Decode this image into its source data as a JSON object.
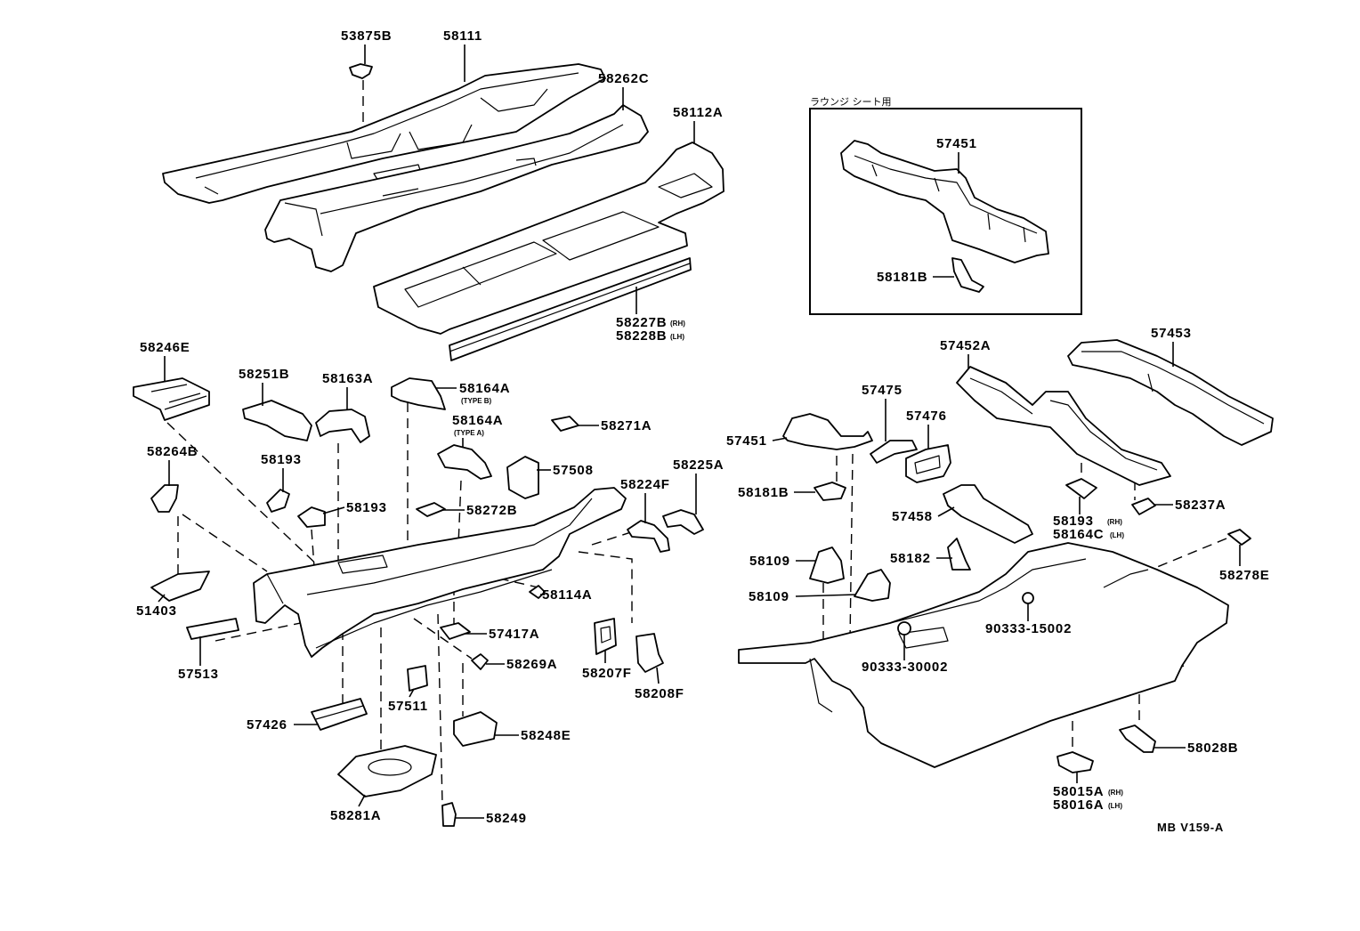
{
  "drawing_code": "MB V159-A",
  "colors": {
    "line": "#000000",
    "background": "#ffffff"
  },
  "upper_group": [
    {
      "code": "53875B"
    },
    {
      "code": "58111"
    },
    {
      "code": "58262C"
    },
    {
      "code": "58112A"
    },
    {
      "code": "58227B",
      "note": "(RH)"
    },
    {
      "code": "58228B",
      "note": "(LH)"
    }
  ],
  "inset": {
    "title": "ラウンジ シート用",
    "parts": [
      {
        "code": "57451"
      },
      {
        "code": "58181B"
      }
    ]
  },
  "front_floor_group": [
    {
      "code": "58246E"
    },
    {
      "code": "58251B"
    },
    {
      "code": "58163A"
    },
    {
      "code": "58164A",
      "note": "(TYPE B)"
    },
    {
      "code": "58164A",
      "note": "(TYPE A)"
    },
    {
      "code": "58271A"
    },
    {
      "code": "58264B"
    },
    {
      "code": "58193"
    },
    {
      "code": "57508"
    },
    {
      "code": "58225A"
    },
    {
      "code": "58224F"
    },
    {
      "code": "58193"
    },
    {
      "code": "58272B"
    },
    {
      "code": "58114A"
    },
    {
      "code": "51403"
    },
    {
      "code": "57417A"
    },
    {
      "code": "57513"
    },
    {
      "code": "58269A"
    },
    {
      "code": "58207F"
    },
    {
      "code": "58208F"
    },
    {
      "code": "57511"
    },
    {
      "code": "57426"
    },
    {
      "code": "58248E"
    },
    {
      "code": "58281A"
    },
    {
      "code": "58249"
    }
  ],
  "rear_floor_group": [
    {
      "code": "57452A"
    },
    {
      "code": "57453"
    },
    {
      "code": "57475"
    },
    {
      "code": "57476"
    },
    {
      "code": "57451"
    },
    {
      "code": "58181B"
    },
    {
      "code": "57458"
    },
    {
      "code": "58193",
      "note": "(RH)"
    },
    {
      "code": "58164C",
      "note": "(LH)"
    },
    {
      "code": "58237A"
    },
    {
      "code": "58109"
    },
    {
      "code": "58182"
    },
    {
      "code": "58278E"
    },
    {
      "code": "58109"
    },
    {
      "code": "90333-15002"
    },
    {
      "code": "90333-30002"
    },
    {
      "code": "58028B"
    },
    {
      "code": "58015A",
      "note": "(RH)"
    },
    {
      "code": "58016A",
      "note": "(LH)"
    }
  ]
}
